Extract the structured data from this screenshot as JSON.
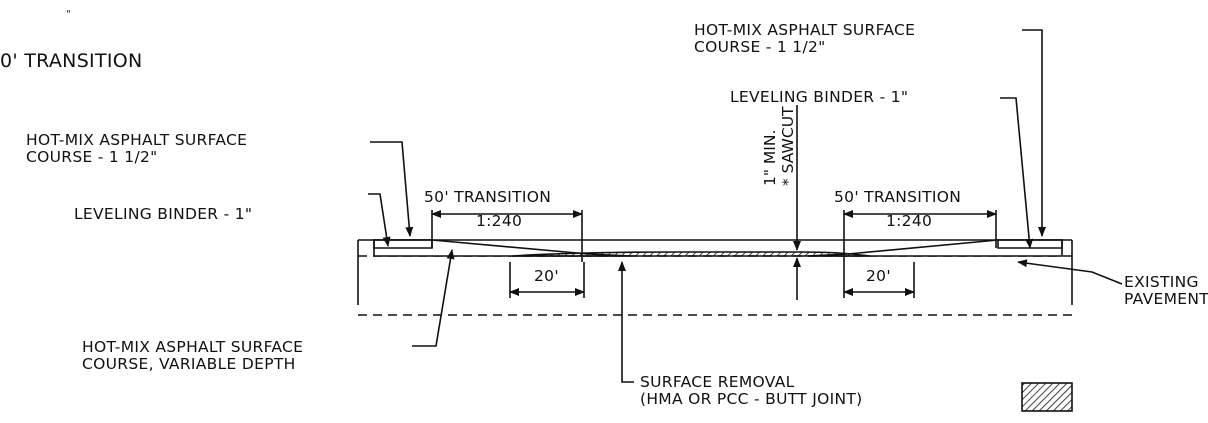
{
  "header": {
    "mark": "\"",
    "title": "0' TRANSITION"
  },
  "left_callouts": {
    "surface_course_line1": "HOT-MIX ASPHALT SURFACE",
    "surface_course_line2": "COURSE - 1 1/2\"",
    "leveling_binder": "LEVELING BINDER - 1\"",
    "variable_depth_line1": "HOT-MIX ASPHALT SURFACE",
    "variable_depth_line2": "COURSE, VARIABLE DEPTH"
  },
  "right_callouts": {
    "surface_course_line1": "HOT-MIX ASPHALT SURFACE",
    "surface_course_line2": "COURSE - 1 1/2\"",
    "leveling_binder": "LEVELING BINDER - 1\"",
    "existing_line1": "EXISTING",
    "existing_line2": "PAVEMENT"
  },
  "dimensions": {
    "left_transition": "50' TRANSITION",
    "left_ratio": "1:240",
    "left_taper": "20'",
    "right_transition": "50' TRANSITION",
    "right_ratio": "1:240",
    "right_taper": "20'"
  },
  "sawcut": {
    "depth": "1\" MIN.",
    "label": "* SAWCUT"
  },
  "legend": {
    "line1": "SURFACE REMOVAL",
    "line2": "(HMA OR PCC - BUTT JOINT)",
    "swatch": "hatch-pattern"
  },
  "colors": {
    "ink": "#111111",
    "paper": "#ffffff"
  }
}
